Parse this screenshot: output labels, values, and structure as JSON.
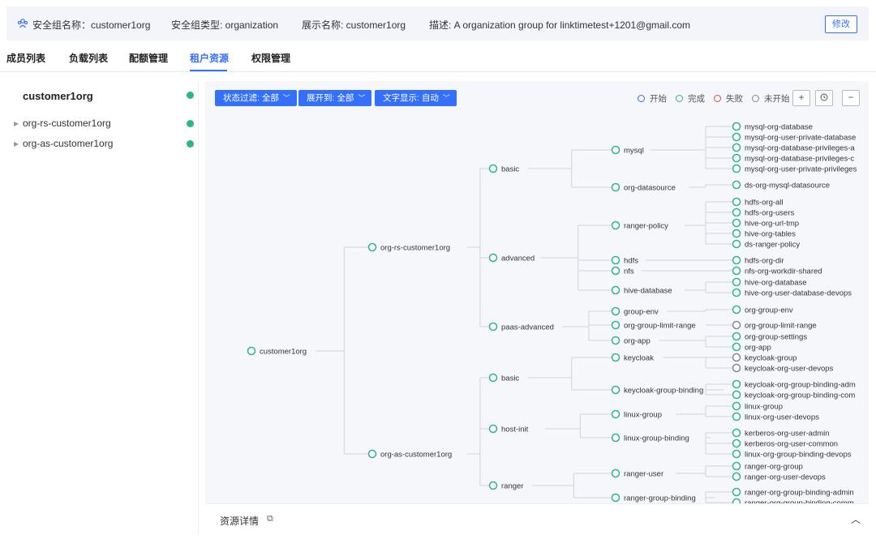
{
  "info": {
    "name_label": "安全组名称：customer1org",
    "type_label": "安全组类型: organization",
    "display_label": "展示名称: customer1org",
    "desc_label": "描述: A organization group for linktimetest+1201@gmail.com",
    "edit": "修改"
  },
  "tabs": [
    "成员列表",
    "负载列表",
    "配额管理",
    "租户资源",
    "权限管理"
  ],
  "active_tab": "租户资源",
  "left_tree": {
    "root": "customer1org",
    "children": [
      "org-rs-customer1org",
      "org-as-customer1org"
    ]
  },
  "filters": {
    "status": "状态过滤: 全部",
    "expand": "展开到: 全部",
    "text": "文字显示: 自动"
  },
  "legend": {
    "start": "开始",
    "done": "完成",
    "fail": "失败",
    "notstart": "未开始",
    "colors": {
      "start": "#3370ff",
      "done": "#2bb58a",
      "fail": "#e5484d",
      "notstart": "#888888"
    }
  },
  "controls": {
    "plus": "+",
    "minus": "−"
  },
  "tree": {
    "root": "customer1org",
    "level1": [
      "org-rs-customer1org",
      "org-as-customer1org"
    ],
    "level2": [
      "basic",
      "advanced",
      "paas-advanced",
      "basic",
      "host-init",
      "ranger"
    ],
    "level3": [
      "mysql",
      "org-datasource",
      "ranger-policy",
      "hdfs",
      "nfs",
      "hive-database",
      "group-env",
      "org-group-limit-range",
      "org-app",
      "keycloak",
      "keycloak-group-binding",
      "linux-group",
      "linux-group-binding",
      "ranger-user",
      "ranger-group-binding"
    ],
    "leaves": [
      "mysql-org-database",
      "mysql-org-user-private-database",
      "mysql-org-database-privileges-a",
      "mysql-org-database-privileges-c",
      "mysql-org-user-private-privileges",
      "ds-org-mysql-datasource",
      "hdfs-org-all",
      "hdfs-org-users",
      "hive-org-url-tmp",
      "hive-org-tables",
      "ds-ranger-policy",
      "hdfs-org-dir",
      "nfs-org-workdir-shared",
      "hive-org-database",
      "hive-org-user-database-devops",
      "org-group-env",
      "org-group-limit-range",
      "org-group-settings",
      "org-app",
      "keycloak-group",
      "keycloak-org-user-devops",
      "keycloak-org-group-binding-adm",
      "keycloak-org-group-binding-com",
      "linux-group",
      "linux-org-user-devops",
      "kerberos-org-user-admin",
      "kerberos-org-user-common",
      "linux-org-group-binding-devops",
      "ranger-org-group",
      "ranger-org-user-devops",
      "ranger-org-group-binding-admin",
      "ranger-org-group-binding-comm"
    ]
  },
  "bottom": {
    "label": "资源详情"
  }
}
